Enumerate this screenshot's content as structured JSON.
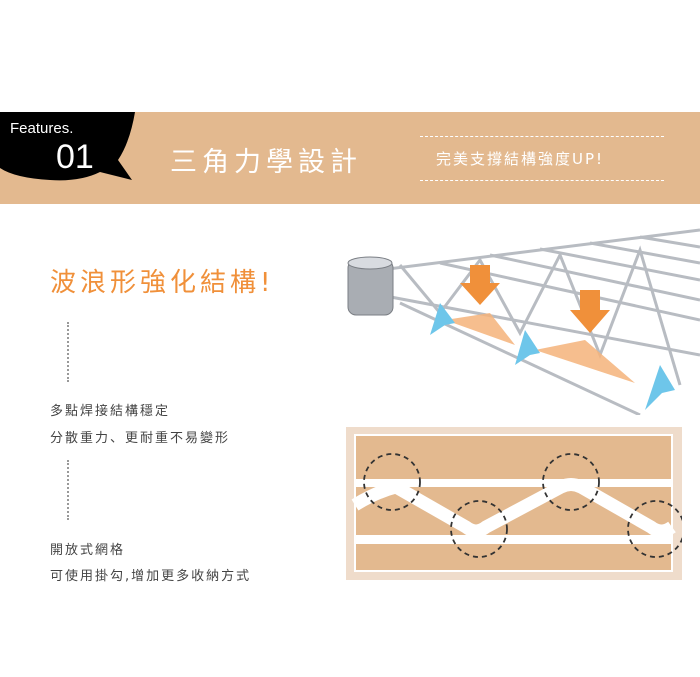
{
  "banner": {
    "feature_label": "Features.",
    "feature_number": "01",
    "title": "三角力學設計",
    "subtitle": "完美支撐結構強度UP!"
  },
  "main": {
    "heading": "波浪形強化結構!",
    "point1": {
      "line1": "多點焊接結構穩定",
      "line2": "分散重力、更耐重不易變形"
    },
    "point2": {
      "line1": "開放式網格",
      "line2": "可使用掛勾,增加更多收納方式"
    }
  },
  "colors": {
    "banner": "#e3b98f",
    "accent": "#f0903a",
    "arrow": "#6ec6ea"
  }
}
